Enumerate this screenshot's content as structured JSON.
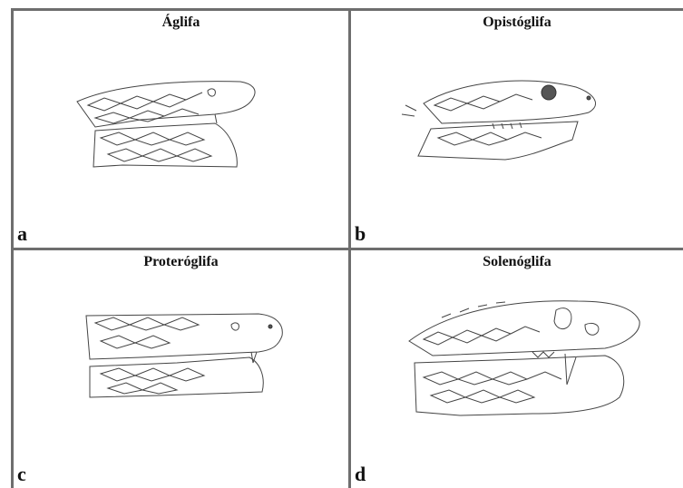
{
  "panels": [
    {
      "title": "Áglifa",
      "letter": "a"
    },
    {
      "title": "Opistóglifa",
      "letter": "b"
    },
    {
      "title": "Proteróglifa",
      "letter": "c"
    },
    {
      "title": "Solenóglifa",
      "letter": "d"
    }
  ]
}
